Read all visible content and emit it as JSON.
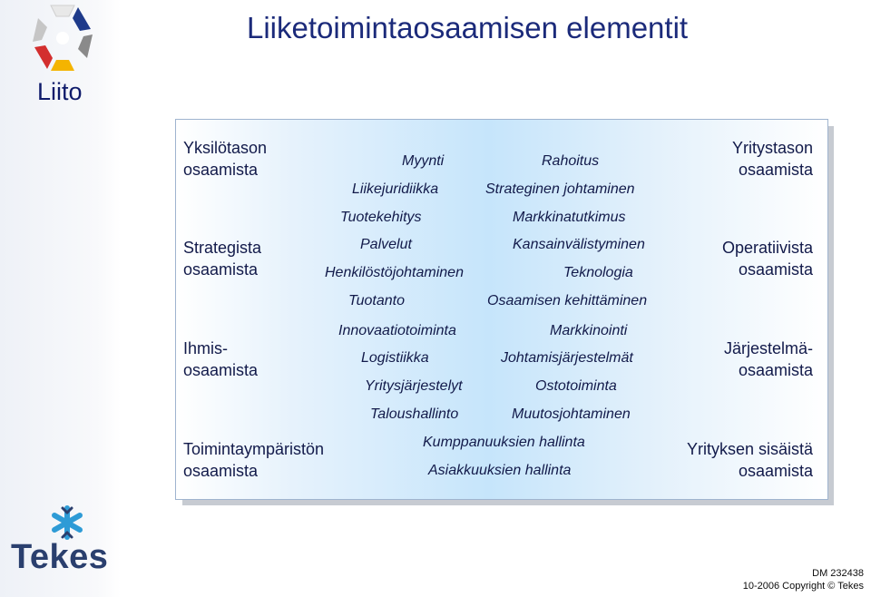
{
  "title": "Liiketoimintaosaamisen elementit",
  "logo_top": {
    "text": "Liito",
    "icon": "liito-snowflake-icon",
    "colors": [
      "#e8e8e8",
      "#1e3a8a",
      "#7a7a7a",
      "#f4b400",
      "#d32f2f",
      "#bdbdbd"
    ]
  },
  "left_labels": {
    "yksilotason": [
      "Yksilötason",
      "osaamista"
    ],
    "strategista": [
      "Strategista",
      "osaamista"
    ],
    "ihmis": [
      "Ihmis-",
      "osaamista"
    ],
    "toimintaymparisto": [
      "Toimintaympäristön",
      "osaamista"
    ]
  },
  "right_labels": {
    "yritystason": [
      "Yritystason",
      "osaamista"
    ],
    "operatiivista": [
      "Operatiivista",
      "osaamista"
    ],
    "jarjestelma": [
      "Järjestelmä-",
      "osaamista"
    ],
    "yrityksen_sisaista": [
      "Yrityksen sisäistä",
      "osaamista"
    ]
  },
  "elements": [
    "Myynti",
    "Rahoitus",
    "Liikejuridiikka",
    "Strateginen johtaminen",
    "Tuotekehitys",
    "Markkinatutkimus",
    "Palvelut",
    "Kansainvälistyminen",
    "Henkilöstöjohtaminen",
    "Teknologia",
    "Tuotanto",
    "Osaamisen kehittäminen",
    "Innovaatiotoiminta",
    "Markkinointi",
    "Logistiikka",
    "Johtamisjärjestelmät",
    "Yritysjärjestelyt",
    "Ostotoiminta",
    "Taloushallinto",
    "Muutosjohtaminen",
    "Kumppanuuksien hallinta",
    "Asiakkuuksien hallinta"
  ],
  "logo_bottom": {
    "text": "Tekes",
    "icon": "tekes-snowflake-icon",
    "colors": [
      "#2a3f6e",
      "#2e9bd6"
    ]
  },
  "footer": {
    "doc_id": "DM 232438",
    "copyright": "10-2006 Copyright © Tekes"
  },
  "colors": {
    "title": "#1b2a7a",
    "text": "#121a4a",
    "box_border": "#9fb4cf",
    "box_center": "#c6e5fb"
  }
}
